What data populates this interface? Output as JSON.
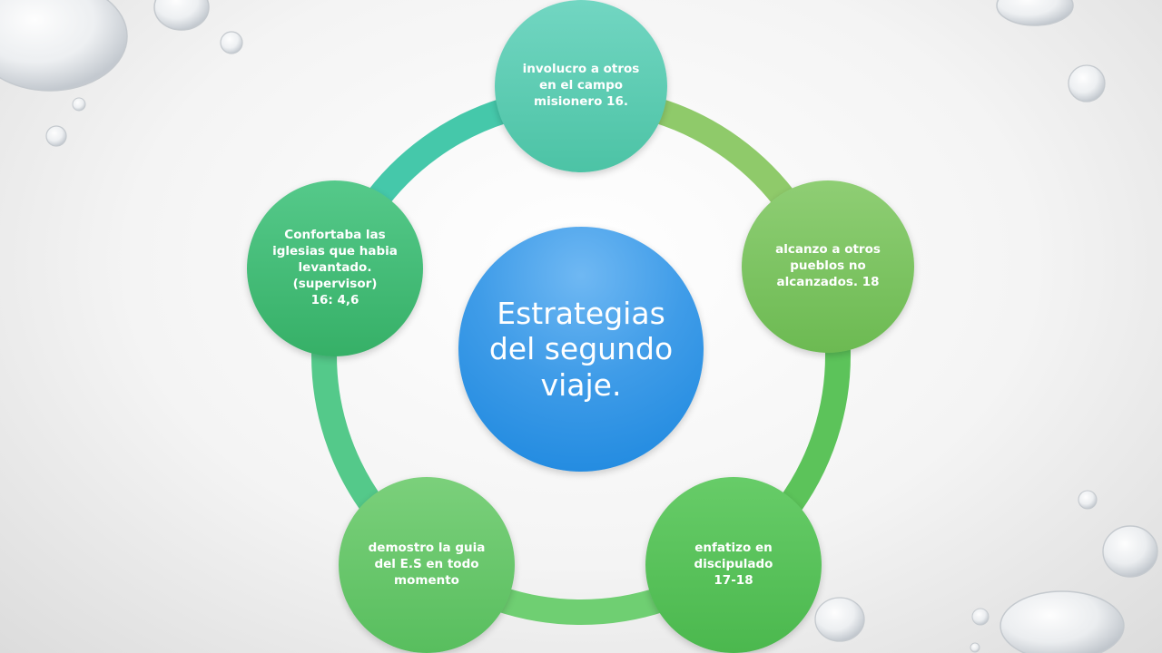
{
  "diagram": {
    "center": {
      "label": "Estrategias del segundo viaje."
    },
    "nodes": [
      {
        "label": "involucro a otros en el campo misionero 16.",
        "color": "#4cc3a5"
      },
      {
        "label": "alcanzo a otros pueblos no alcanzados. 18",
        "color": "#6cba52"
      },
      {
        "label": "enfatizo en discipulado\n17-18",
        "color": "#4bb84e"
      },
      {
        "label": "demostro la guia del E.S en todo momento",
        "color": "#58be5e"
      },
      {
        "label": "Confortaba las iglesias que habia levantado. (supervisor)\n16: 4,6",
        "color": "#36b067"
      }
    ]
  },
  "ring": {
    "segment_colors": [
      "#8fca6a",
      "#5cc35a",
      "#6fcf72",
      "#54c98a",
      "#45c8aa"
    ]
  },
  "background": {
    "decoration": "water-drops"
  }
}
